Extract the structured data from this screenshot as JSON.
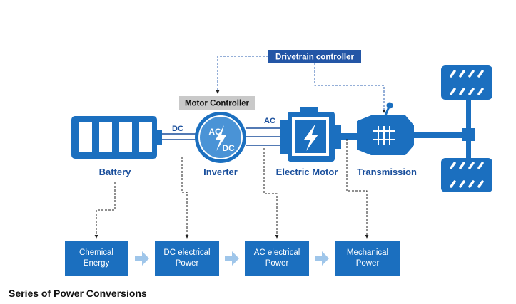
{
  "controllers": {
    "drivetrain_controller": "Drivetrain controller",
    "motor_controller": "Motor Controller"
  },
  "components": {
    "battery": "Battery",
    "inverter": "Inverter",
    "electric_motor": "Electric Motor",
    "transmission": "Transmission"
  },
  "inverter_symbol": {
    "top": "AC",
    "bottom": "DC"
  },
  "wires": {
    "dc": "DC",
    "ac": "AC"
  },
  "energy_stages": [
    {
      "line1": "Chemical",
      "line2": "Energy"
    },
    {
      "line1": "DC electrical",
      "line2": "Power"
    },
    {
      "line1": "AC electrical",
      "line2": "Power"
    },
    {
      "line1": "Mechanical",
      "line2": "Power"
    }
  ],
  "caption": "Series of Power Conversions",
  "colors": {
    "primary_blue": "#1b6fbf",
    "dark_blue": "#1a4f9c",
    "controller_blue": "#2356a6",
    "motor_controller_gray": "#c9c9c9",
    "arrow_blue": "#9fc6ea"
  },
  "icons": [
    "battery-icon",
    "inverter-icon",
    "lightning-icon",
    "gearbox-icon",
    "wheel-icon"
  ]
}
